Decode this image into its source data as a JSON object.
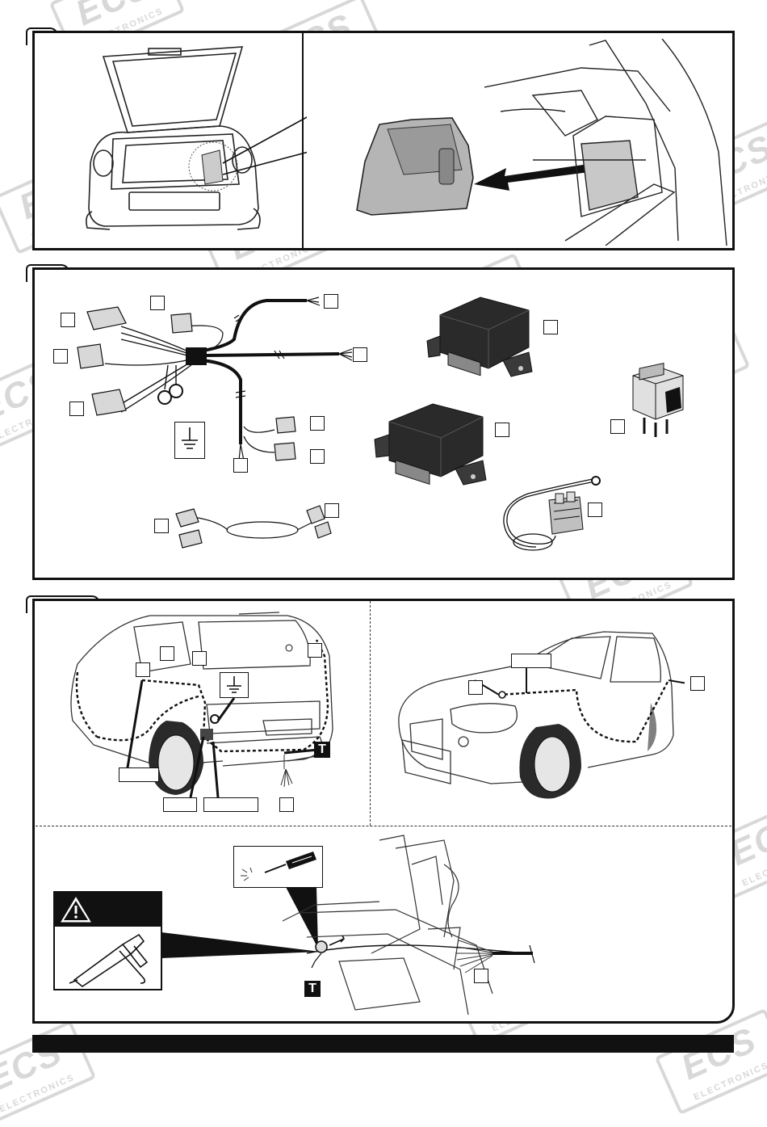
{
  "watermark": {
    "brand": "ECS",
    "subtitle": "ELECTRONICS"
  },
  "markers": {
    "tee": "T"
  },
  "icons": {
    "ground": "ground-symbol-icon",
    "caution": "warning-triangle-icon",
    "screwdriver": "screwdriver-icon",
    "sealant": "sealant-gun-icon"
  }
}
